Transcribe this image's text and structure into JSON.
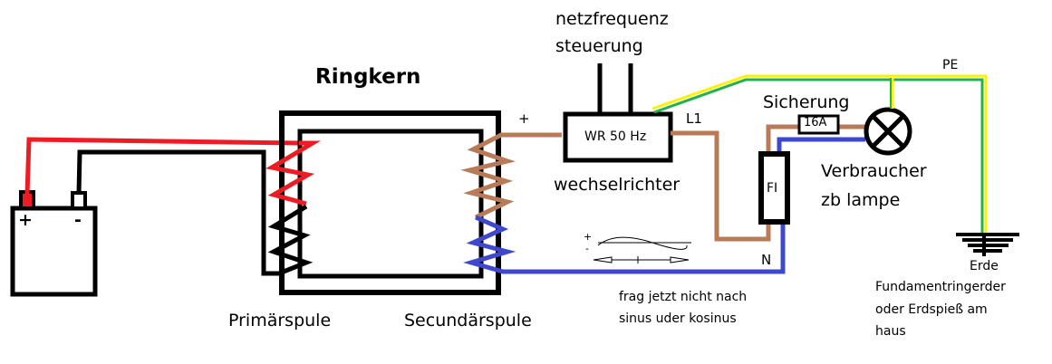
{
  "title": "Ringkern",
  "battery": {
    "plus": "+",
    "minus": "-"
  },
  "coils": {
    "primary": "Primärspule",
    "secondary": "Secundärspule"
  },
  "secondary_plus": "+",
  "inverter": {
    "box_label": "WR 50 Hz",
    "name": "wechselrichter",
    "control_line1": "netzfrequenz",
    "control_line2": "steuerung"
  },
  "lines": {
    "l1": "L1",
    "n": "N",
    "pe": "PE"
  },
  "fuse": {
    "label": "Sicherung",
    "rating": "16A"
  },
  "rcd": {
    "label": "FI"
  },
  "load": {
    "line1": "Verbraucher",
    "line2": "zb lampe"
  },
  "earth": {
    "label": "Erde",
    "note_line1": "Fundamentringerder",
    "note_line2": "oder Erdspieß am",
    "note_line3": "haus"
  },
  "wave_sketch": {
    "plus": "+",
    "minus": "-"
  },
  "note": {
    "line1": "frag jetzt nicht nach",
    "line2": "sinus uder kosinus"
  },
  "colors": {
    "positive": "#ed1c24",
    "negative": "#000000",
    "phase": "#b97a57",
    "neutral": "#3f48cc",
    "pe_green": "#22b14c",
    "pe_yellow": "#fff200"
  }
}
